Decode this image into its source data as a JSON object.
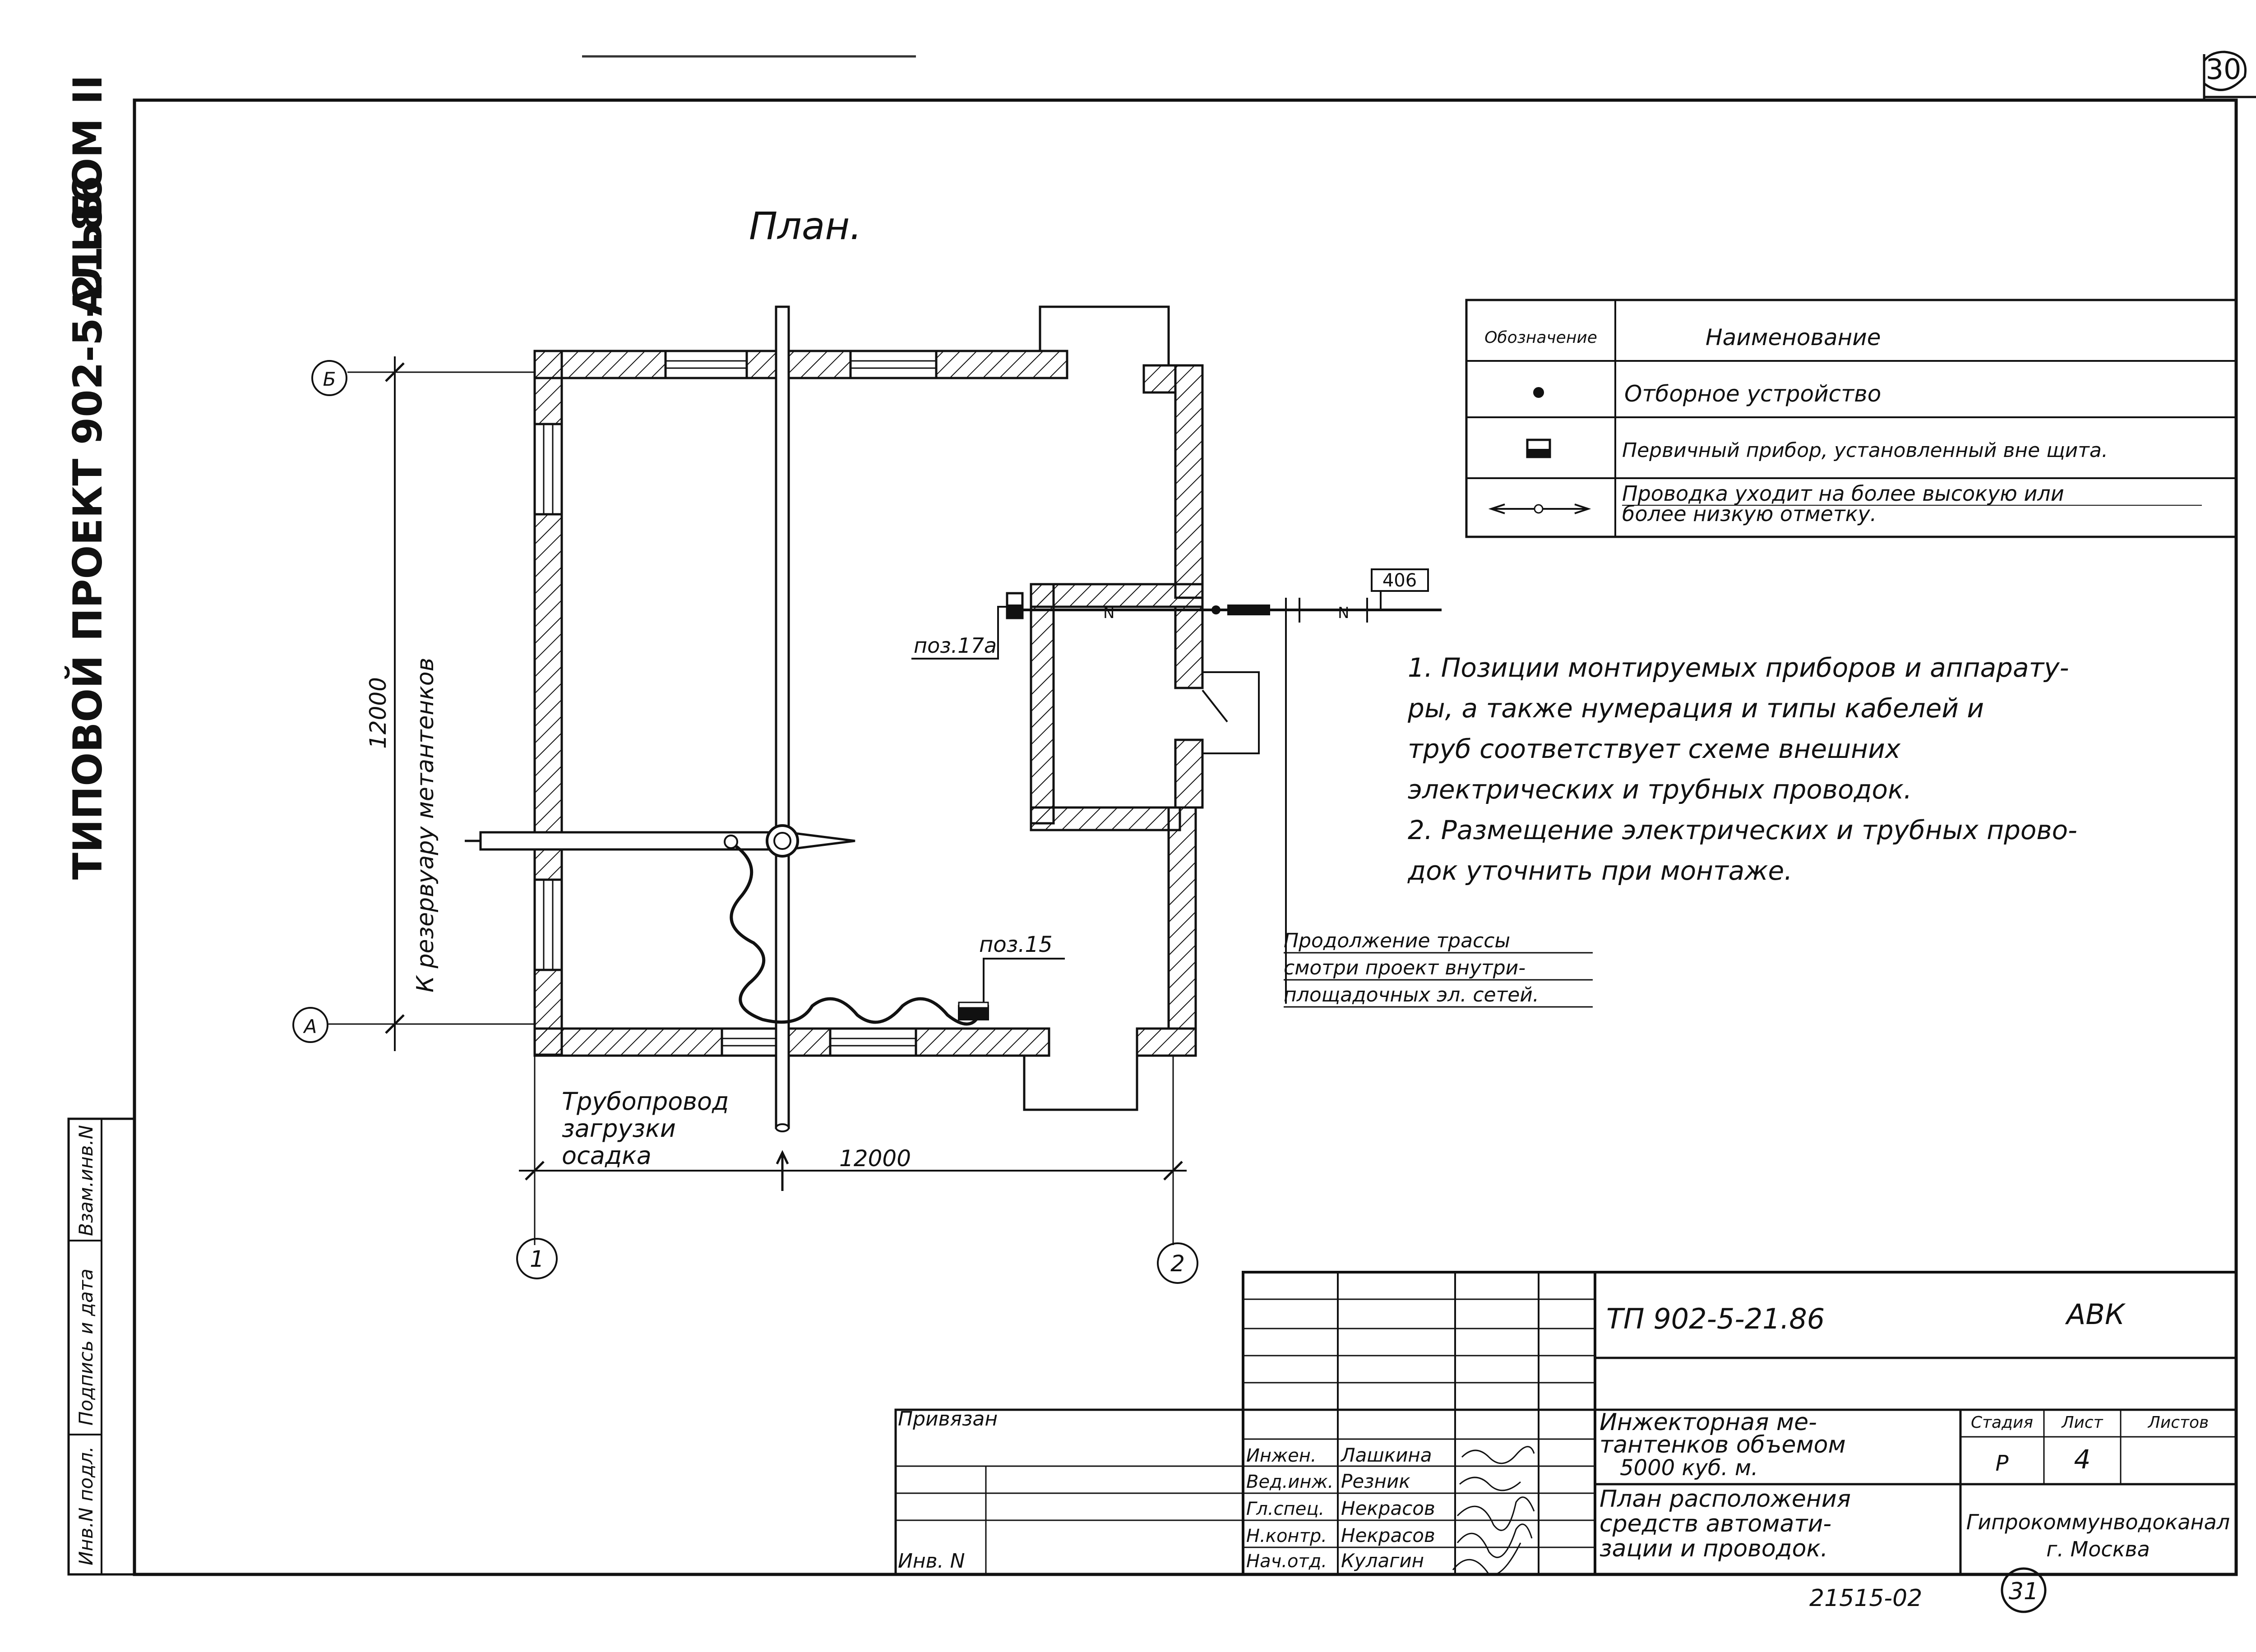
{
  "sheet": {
    "page_number": "30",
    "side_titles": {
      "project": "ТИПОВОЙ ПРОЕКТ 902-5-21.86",
      "album": "АЛЬБОМ II"
    },
    "side_stamp": [
      "Инв.N подл.",
      "Подпись и дата",
      "Взам.инв.N"
    ]
  },
  "plan": {
    "title": "План.",
    "axes": {
      "b": "Б",
      "a": "А",
      "one": "1",
      "two": "2"
    },
    "dim_vertical": "12000",
    "dim_horizontal": "12000",
    "label_tank": "К резервуару метантенков",
    "label_pipeline": [
      "Трубопровод",
      "загрузки",
      "осадка"
    ],
    "pos_17a": "поз.17а",
    "pos_15": "поз.15",
    "ref_box": "406",
    "n_marks": [
      "N",
      "N"
    ],
    "continuation_note": [
      "Продолжение трассы",
      "смотри проект внутри-",
      "площадочных эл. сетей."
    ]
  },
  "legend": {
    "headers": {
      "symbol": "Обозначение",
      "name": "Наименование"
    },
    "rows": [
      {
        "icon": "dot-icon",
        "name": "Отборное устройство"
      },
      {
        "icon": "primary-device-icon",
        "name": "Первичный прибор, установленный вне щита."
      },
      {
        "icon": "arrow-line-icon",
        "name_lines": [
          "Проводка уходит на более высокую или",
          "более низкую отметку."
        ]
      }
    ]
  },
  "notes": [
    "1. Позиции монтируемых приборов и аппарату-",
    "ры, а также нумерация и типы кабелей и",
    "труб соответствует схеме внешних",
    "электрических и трубных проводок.",
    "2. Размещение электрических и трубных прово-",
    "док уточнить при монтаже."
  ],
  "title_block": {
    "code": "ТП 902-5-21.86",
    "mark": "АВК",
    "bound": "Привязан",
    "inv": "Инв. N",
    "roles": [
      "Инжен.",
      "Вед.инж.",
      "Гл.спец.",
      "Н.контр.",
      "Нач.отд."
    ],
    "names": [
      "Лашкина",
      "Резник",
      "Некрасов",
      "Некрасов",
      "Кулагин"
    ],
    "object": [
      "Инжекторная ме-",
      "тантенков объемом",
      "5000 куб. м."
    ],
    "sheet_title": [
      "План расположения",
      "средств автомати-",
      "зации и проводок."
    ],
    "stage_header": "Стадия",
    "sheet_header": "Лист",
    "sheets_header": "Листов",
    "stage": "Р",
    "sheet_no": "4",
    "org": [
      "Гипрокоммунводоканал",
      "г. Москва"
    ],
    "drawing_no": "21515-02",
    "page_circle": "31"
  }
}
